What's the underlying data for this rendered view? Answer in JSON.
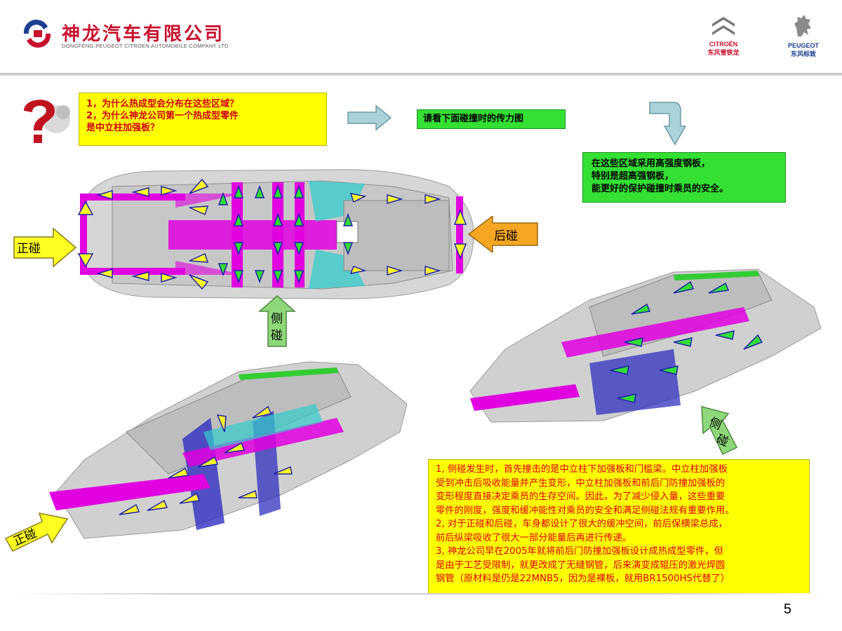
{
  "header": {
    "company_name_cn": "神龙汽车有限公司",
    "company_name_en": "DONGFENG PEUGEOT CITROEN AUTOMOBILE COMPANY LTD",
    "brand1_name": "CITROËN",
    "brand1_cn": "东风雪铁龙",
    "brand2_name": "PEUGEOT",
    "brand2_cn": "东风标致"
  },
  "questions": [
    "1，为什么热成型会分布在这些区域？",
    "2，为什么神龙公司第一个热成型零件",
    "是中立柱加强板？"
  ],
  "callout_force_map": "请看下面碰撞时的传力图",
  "callout_high_strength": [
    "在这些区域采用高强度钢板，",
    "特别是超高强钢板，",
    "能更好的保护碰撞时乘员的安全。"
  ],
  "labels": {
    "front_crash_top": "正碰",
    "rear_crash": "后碰",
    "side_crash_top_1": "侧",
    "side_crash_top_2": "碰",
    "front_crash_bottom": "正碰",
    "side_crash_right_1": "侧",
    "side_crash_right_2": "碰"
  },
  "notes": [
    "1, 侧碰发生时，首先撞击的是中立柱下加强板和门槛梁。中立柱加强板",
    "受到冲击后吸收能量并产生变形，中立柱加强板和前后门防撞加强板的",
    "变形程度直接决定乘员的生存空间。因此，为了减少侵入量，这些重要",
    "零件的刚度，强度和缓冲能性对乘员的安全和满足侧碰法规有重要作用。",
    "2, 对于正碰和后碰，车身都设计了很大的缓冲空间，前后保横梁总成，",
    "前后纵梁吸收了很大一部分能量后再进行传递。",
    "3, 神龙公司早在2005年就将前后门防撞加强板设计成热成型零件，但",
    "是由于工艺受限制，就更改成了无缝钢管，后来演变成辊压的激光焊圆",
    "钢管（原材料是仍是22MNB5，因为是裸板，就用BR1500HS代替了）"
  ],
  "page_number": "5",
  "colors": {
    "brand_red": "#c8102e",
    "highlight_yellow": "#ffff00",
    "highlight_green": "#33e033",
    "structure_magenta": "#e000e0",
    "force_arrow_green": "#33dd33",
    "force_arrow_yellow": "#ffff22",
    "arrow_blue": "#3030c0"
  }
}
